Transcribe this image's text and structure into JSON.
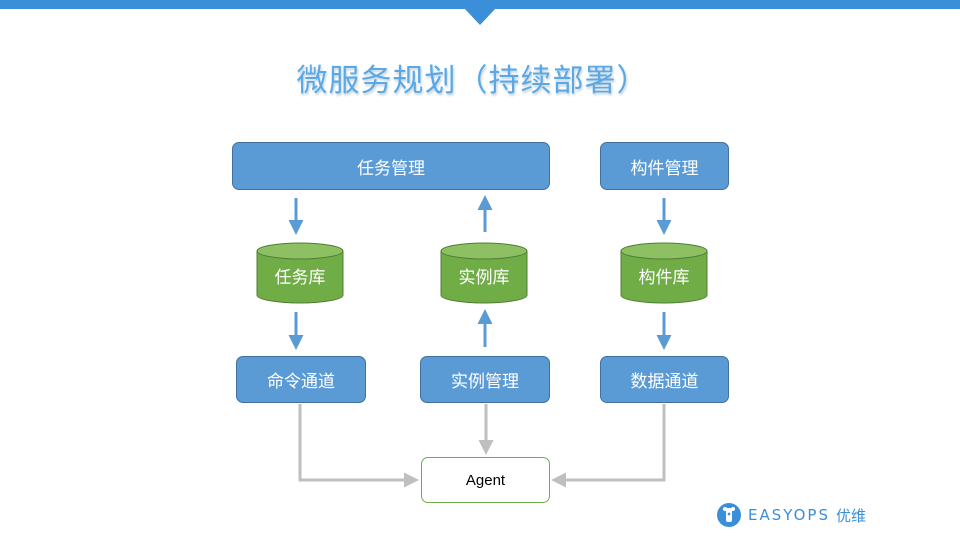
{
  "title": "微服务规划（持续部署）",
  "nodes": {
    "task_mgmt": "任务管理",
    "component_mgmt": "构件管理",
    "task_db": "任务库",
    "instance_db": "实例库",
    "component_db": "构件库",
    "command_channel": "命令通道",
    "instance_mgmt": "实例管理",
    "data_channel": "数据通道",
    "agent": "Agent"
  },
  "logo": {
    "brand": "EASYOPS",
    "cn": "优维",
    "icon": "giraffe-icon"
  },
  "colors": {
    "box_fill": "#5b9bd5",
    "db_fill": "#70ad47",
    "arrow_blue": "#5b9bd5",
    "arrow_gray": "#bfbfbf",
    "accent": "#3a8fd8"
  }
}
